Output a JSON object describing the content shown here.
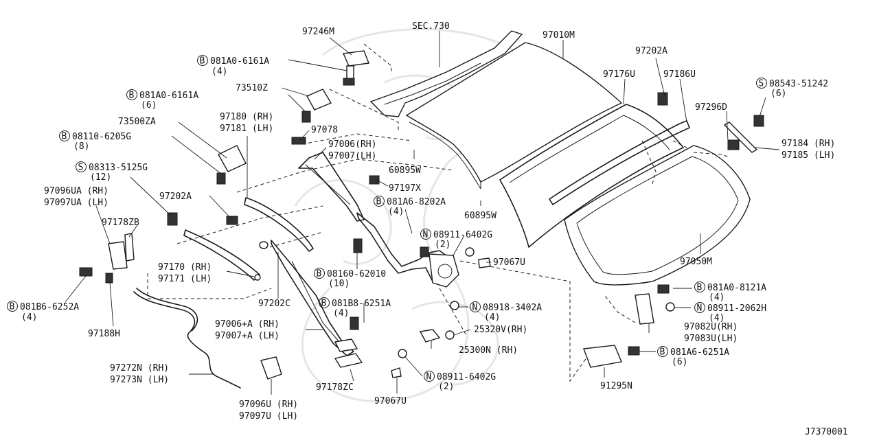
{
  "diagram": {
    "footer_code": "J7370001",
    "symbols": {
      "bolt": "B",
      "screw": "S",
      "nut": "N"
    },
    "labels": {
      "sec730": "SEC.730",
      "p97246m": "97246M",
      "p97010m": "97010M",
      "p97202a_top": "97202A",
      "p97176u": "97176U",
      "p97186u": "97186U",
      "p97296d": "97296D",
      "s08543_num": "08543-51242",
      "s08543_qty": "(6)",
      "b081a0_1_num": "081A0-6161A",
      "b081a0_1_qty": "(4)",
      "p73510z": "73510Z",
      "b081a0_2_num": "081A0-6161A",
      "b081a0_2_qty": "(6)",
      "p97180_rh": "97180 (RH)",
      "p97181_lh": "97181 (LH)",
      "p73500za": "73500ZA",
      "p97078": "97078",
      "b08110_num": "08110-6205G",
      "b08110_qty": "(8)",
      "p97006_rh": "97006(RH)",
      "p97007_lh": "97007(LH)",
      "p97184_rh": "97184 (RH)",
      "p97185_lh": "97185 (LH)",
      "s08313_num": "08313-5125G",
      "s08313_qty": "(12)",
      "p60895w_1": "60895W",
      "p97197x": "97197X",
      "p97096ua_rh": "97096UA (RH)",
      "p97097ua_lh": "97097UA (LH)",
      "p97202a_left": "97202A",
      "b081a6_8202_num": "081A6-8202A",
      "b081a6_8202_qty": "(4)",
      "p97178zb": "97178ZB",
      "p60895w_2": "60895W",
      "n08911_6402_1_num": "08911-6402G",
      "n08911_6402_1_qty": "(2)",
      "p97067u_1": "97067U",
      "p97050m": "97050M",
      "p97170_rh": "97170 (RH)",
      "p97171_lh": "97171 (LH)",
      "b08160_num": "08160-62010",
      "b08160_qty": "(10)",
      "b081a0_8121_num": "081A0-8121A",
      "b081a0_8121_qty": "(4)",
      "p97202c": "97202C",
      "b081b6_num": "081B6-6252A",
      "b081b6_qty": "(4)",
      "b081b8_num": "081B8-6251A",
      "b081b8_qty": "(4)",
      "n08918_num": "08918-3402A",
      "n08918_qty": "(4)",
      "n08911_2062_num": "08911-2062H",
      "n08911_2062_qty": "(4)",
      "p97006a_rh": "97006+A (RH)",
      "p97007a_lh": "97007+A (LH)",
      "p25320v": "25320V(RH)",
      "p97082u_rh": "97082U(RH)",
      "p97083u_lh": "97083U(LH)",
      "p97188h": "97188H",
      "p25300n": "25300N (RH)",
      "b081a6_6251_num": "081A6-6251A",
      "b081a6_6251_qty": "(6)",
      "p97272n_rh": "97272N (RH)",
      "p97273n_lh": "97273N (LH)",
      "n08911_6402_2_num": "08911-6402G",
      "n08911_6402_2_qty": "(2)",
      "p97178zc": "97178ZC",
      "p91295n": "91295N",
      "p97067u_2": "97067U",
      "p97096u_rh": "97096U (RH)",
      "p97097u_lh": "97097U (LH)"
    }
  }
}
